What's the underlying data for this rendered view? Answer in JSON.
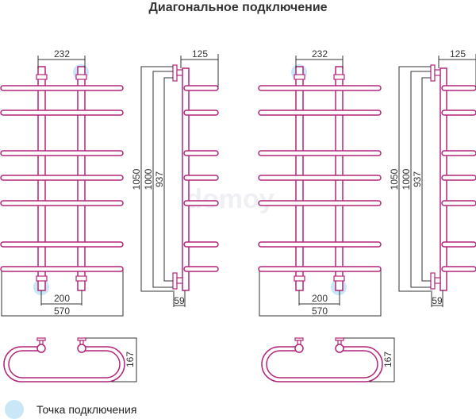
{
  "title": "Диагональное подключение",
  "legend": {
    "label": "Точка подключения"
  },
  "watermark": "domoy",
  "views": [
    {
      "name": "left",
      "connection": [
        "top-right",
        "bottom-left"
      ],
      "dims": {
        "axis_top": "232",
        "axis_bottom": "200",
        "width": "570",
        "depth": "125",
        "h1": "1050",
        "h2": "1000",
        "h3": "937",
        "wall": "59",
        "top_depth": "167"
      }
    },
    {
      "name": "right",
      "connection": [
        "top-left",
        "bottom-right"
      ],
      "dims": {
        "axis_top": "232",
        "axis_bottom": "200",
        "width": "570",
        "depth": "125",
        "h1": "1050",
        "h2": "1000",
        "h3": "937",
        "wall": "59",
        "top_depth": "167"
      }
    }
  ],
  "colors": {
    "pipe": "#b4257a",
    "dim": "#333333",
    "connection": "#c9e7f7"
  }
}
